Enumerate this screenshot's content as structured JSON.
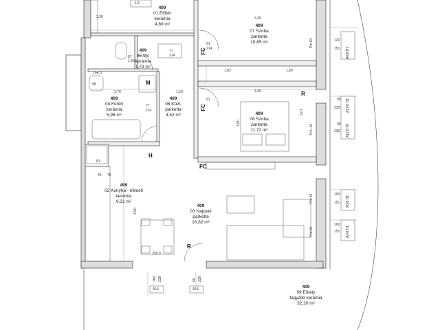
{
  "rooms": [
    {
      "num": "409",
      "name": "01 Előtér",
      "mat": "kerámia",
      "area": "4,89 m²"
    },
    {
      "num": "409",
      "name": "07 Szoba",
      "mat": "parketta",
      "area": "10,65 m²"
    },
    {
      "num": "409",
      "name": "05 Wc",
      "mat": "kerámia",
      "area": "1,73 m²"
    },
    {
      "num": "409",
      "name": "04 Fürdő",
      "mat": "kerámia",
      "area": "5,98 m²"
    },
    {
      "num": "409",
      "name": "06 Közl.",
      "mat": "parketta",
      "area": "4,52 m²"
    },
    {
      "num": "409",
      "name": "08 Szoba",
      "mat": "parketta",
      "area": "11,72 m²"
    },
    {
      "num": "409",
      "name": "02 Konyha - étkező",
      "mat": "kerámia",
      "area": "9,31 m²"
    },
    {
      "num": "409",
      "name": "03 Nappali",
      "mat": "parketta",
      "area": "16,82 m²"
    },
    {
      "num": "409",
      "name": "09 Erkély",
      "mat": "fagyálló kerámia",
      "area": "32,20 m²"
    }
  ],
  "symbols": {
    "fc": "FC",
    "r": "R",
    "m": "M",
    "h": "H"
  },
  "windows": [
    {
      "top": "120",
      "bottom": "151",
      "code": "A6/8 H1"
    },
    {
      "top": "90",
      "bottom": "239",
      "code": "A17/8 H1"
    },
    {
      "top": "100",
      "bottom": "151",
      "code": "A3/8 H1"
    },
    {
      "top": "100",
      "bottom": "151",
      "code": "A3/8 H1"
    }
  ],
  "bottom_windows": [
    {
      "top": "180",
      "bottom": "239",
      "code": "A14"
    },
    {
      "top": "90",
      "bottom": "239",
      "code": "A14"
    }
  ],
  "dims": {
    "d336": "3,36",
    "d335a": "3,35",
    "d335b": "3,35",
    "d270": "2,70",
    "d120": "1,20",
    "d182a": "1,82",
    "d182b": "1,80",
    "d390": "3,90",
    "d307": "3,07",
    "d380": "3,80",
    "d214a": "214",
    "d214b": "214",
    "d214c": "214",
    "d77a": "77",
    "d77b": "77",
    "d91a": "91",
    "d91b": "91",
    "d87": "87",
    "d98": "98",
    "d165": "1,65",
    "d45": "45",
    "d70": "70",
    "pm0a": "Pm 0",
    "pm0b": "Pm 0",
    "pm84a": "Pm 84",
    "pm84b": "Pm 84",
    "pm84c": "Pm 84",
    "pm84d": "Pm 84",
    "pm16": "Pm -16",
    "n102": "1/2",
    "n81": "81"
  }
}
